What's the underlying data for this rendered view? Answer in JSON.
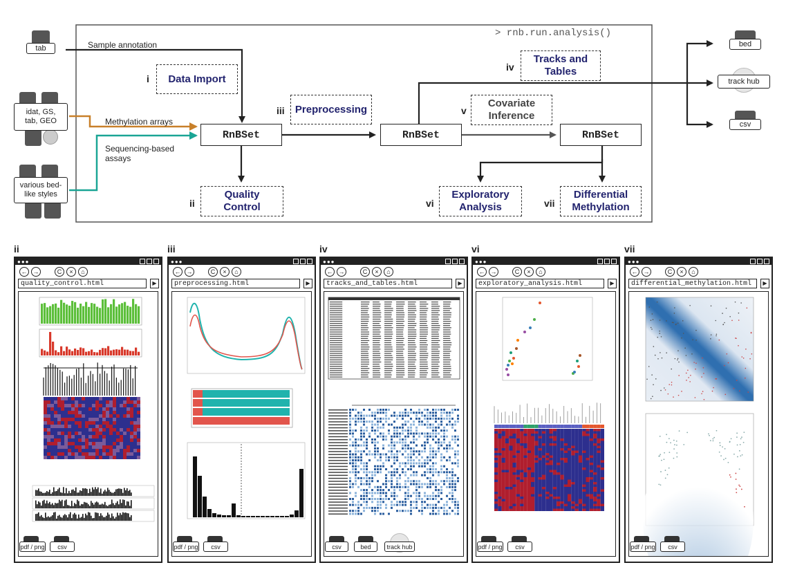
{
  "command": "> rnb.run.analysis()",
  "inputs": {
    "tab": "tab",
    "arrays": "idat, GS,\ntab, GEO",
    "bed_like": "various bed-\nlike styles"
  },
  "edge_labels": {
    "sample_annotation": "Sample annotation",
    "methylation_arrays": "Methylation arrays",
    "sequencing": "Sequencing-based\nassays"
  },
  "nodes": {
    "rnbset_1": "RnBSet",
    "rnbset_2": "RnBSet",
    "rnbset_3": "RnBSet"
  },
  "steps": [
    {
      "id": "i",
      "label": "Data Import"
    },
    {
      "id": "ii",
      "label": "Quality\nControl"
    },
    {
      "id": "iii",
      "label": "Preprocessing"
    },
    {
      "id": "iv",
      "label": "Tracks and\nTables"
    },
    {
      "id": "v",
      "label": "Covariate\nInference"
    },
    {
      "id": "vi",
      "label": "Exploratory\nAnalysis"
    },
    {
      "id": "vii",
      "label": "Differential\nMethylation"
    }
  ],
  "outputs": {
    "bed": "bed",
    "track_hub": "track hub",
    "csv": "csv"
  },
  "panels": [
    {
      "roman": "ii",
      "file": "quality_control.html",
      "downloads": [
        "pdf / png",
        "csv"
      ]
    },
    {
      "roman": "iii",
      "file": "preprocessing.html",
      "downloads": [
        "pdf / png",
        "csv"
      ]
    },
    {
      "roman": "iv",
      "file": "tracks_and_tables.html",
      "downloads": [
        "csv",
        "bed",
        "track hub"
      ]
    },
    {
      "roman": "vi",
      "file": "exploratory_analysis.html",
      "downloads": [
        "pdf / png",
        "csv"
      ]
    },
    {
      "roman": "vii",
      "file": "differential_methylation.html",
      "downloads": [
        "pdf / png",
        "csv"
      ]
    }
  ],
  "colors": {
    "arrays_arrow": "#c8802a",
    "sequencing_arrow": "#1aa595",
    "step_text": "#22236e",
    "green_bars": "#5cbf3a",
    "red_bars": "#d8392b",
    "teal_line": "#20b3ad",
    "red_line": "#e2554c",
    "heat_red": "#b01e2e",
    "heat_blue": "#2d2f8e",
    "blue_density": "#2f6fb0"
  }
}
